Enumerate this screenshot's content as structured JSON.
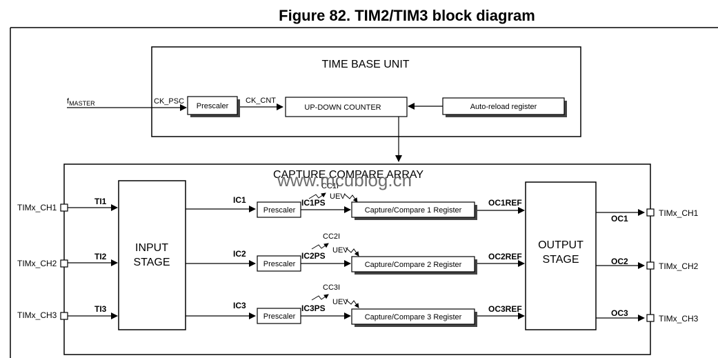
{
  "title": "Figure 82. TIM2/TIM3 block diagram",
  "watermark": "www.mcublog.cn",
  "time_base": {
    "title": "TIME BASE UNIT",
    "fmaster": "f",
    "fmaster_sub": "MASTER",
    "ck_psc": "CK_PSC",
    "prescaler": "Prescaler",
    "ck_cnt": "CK_CNT",
    "counter": "UP-DOWN COUNTER",
    "autoreload": "Auto-reload register"
  },
  "capture": {
    "title": "CAPTURE COMPARE ARRAY",
    "input_stage": [
      "INPUT",
      "STAGE"
    ],
    "output_stage": [
      "OUTPUT",
      "STAGE"
    ],
    "channels": [
      {
        "pin_in": "TIMx_CH1",
        "ti": "TI1",
        "ic": "IC1",
        "prescaler": "Prescaler",
        "icps": "IC1PS",
        "cci": "CC1I",
        "uev": "UEV",
        "register": "Capture/Compare 1 Register",
        "ocref": "OC1REF",
        "oc": "OC1",
        "pin_out": "TIMx_CH1"
      },
      {
        "pin_in": "TIMx_CH2",
        "ti": "TI2",
        "ic": "IC2",
        "prescaler": "Prescaler",
        "icps": "IC2PS",
        "cci": "CC2I",
        "uev": "UEV",
        "register": "Capture/Compare 2 Register",
        "ocref": "OC2REF",
        "oc": "OC2",
        "pin_out": "TIMx_CH2"
      },
      {
        "pin_in": "TIMx_CH3",
        "ti": "TI3",
        "ic": "IC3",
        "prescaler": "Prescaler",
        "icps": "IC3PS",
        "cci": "CC3I",
        "uev": "UEV",
        "register": "Capture/Compare 3 Register",
        "ocref": "OC3REF",
        "oc": "OC3",
        "pin_out": "TIMx_CH3"
      }
    ]
  }
}
